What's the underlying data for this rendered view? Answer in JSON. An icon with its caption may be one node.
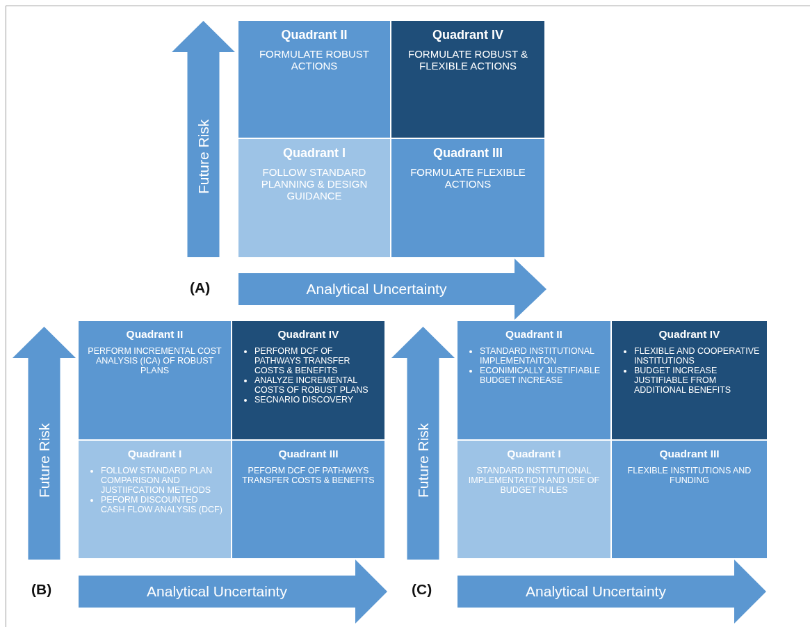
{
  "diagram": {
    "nodes": [
      {
        "text": [
          "Future Risk"
        ]
      },
      {
        "text": [
          "Quadrant II",
          "FORMULATE ROBUST ACTIONS"
        ]
      },
      {
        "text": [
          "Quadrant IV",
          "FORMULATE ROBUST & FLEXIBLE ACTIONS"
        ]
      },
      {
        "text": [
          "Quadrant I",
          "FOLLOW STANDARD PLANNING & DESIGN GUIDANCE"
        ]
      },
      {
        "text": [
          "Quadrant III",
          "FORMULATE FLEXIBLE ACTIONS"
        ]
      },
      {
        "text": [
          "Analytical Uncertainty"
        ]
      },
      {
        "text": [
          "Future Risk"
        ]
      },
      {
        "text": [
          "Quadrant II",
          "PERFORM INCREMENTAL COST ANALYSIS (ICA) OF ROBUST PLANS"
        ]
      },
      {
        "text": [
          "Quadrant IV",
          "PERFORM DCF OF PATHWAYS TRANSFER COSTS & BENEFITS",
          "ANALYZE INCREMENTAL COSTS OF ROBUST PLANS",
          "SECNARIO DISCOVERY"
        ]
      },
      {
        "text": [
          "Quadrant I",
          "FOLLOW STANDARD PLAN COMPARISON AND JUSTIIFCATION METHODS",
          "PEFORM DISCOUNTED CASH FLOW ANALYSIS (DCF)"
        ]
      },
      {
        "text": [
          "Quadrant III",
          "PEFORM DCF OF PATHWAYS TRANSFER COSTS & BENEFITS"
        ]
      },
      {
        "text": [
          "Analytical Uncertainty"
        ]
      },
      {
        "text": [
          "Future Risk"
        ]
      },
      {
        "text": [
          "Quadrant II",
          "STANDARD INSTITUTIONAL IMPLEMENTAITON",
          "ECONIMICALLY JUSTIFIABLE BUDGET INCREASE"
        ]
      },
      {
        "text": [
          "Quadrant IV",
          "FLEXIBLE AND COOPERATIVE INSTITUTIONS",
          "BUDGET INCREASE JUSTIFIABLE FROM ADDITIONAL BENEFITS"
        ]
      },
      {
        "text": [
          "Quadrant I",
          "STANDARD INSTITUTIONAL IMPLEMENTATION AND USE OF BUDGET RULES"
        ]
      },
      {
        "text": [
          "Quadrant III",
          "FLEXIBLE INSTITUTIONS AND FUNDING"
        ]
      },
      {
        "text": [
          "Analytical Uncertainty"
        ]
      }
    ],
    "labels": [
      "(A)",
      "(B)",
      "(C)"
    ]
  }
}
